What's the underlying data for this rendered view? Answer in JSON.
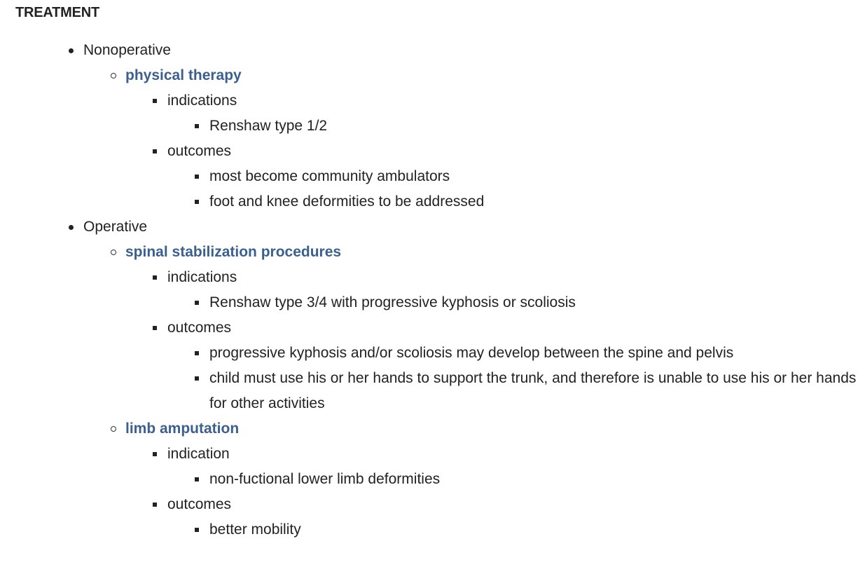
{
  "heading": "TREATMENT",
  "colors": {
    "link": "#3b5f8f",
    "text": "#222222"
  },
  "items": [
    {
      "text": "Nonoperative",
      "children": [
        {
          "text": "physical therapy",
          "link": true,
          "children": [
            {
              "text": "indications",
              "children": [
                {
                  "text": "Renshaw type 1/2"
                }
              ]
            },
            {
              "text": "outcomes",
              "children": [
                {
                  "text": "most become community ambulators"
                },
                {
                  "text": "foot and knee deformities to be addressed"
                }
              ]
            }
          ]
        }
      ]
    },
    {
      "text": "Operative",
      "children": [
        {
          "text": "spinal stabilization procedures",
          "link": true,
          "children": [
            {
              "text": "indications",
              "children": [
                {
                  "text": "Renshaw type 3/4 with progressive kyphosis or scoliosis"
                }
              ]
            },
            {
              "text": "outcomes",
              "children": [
                {
                  "text": "progressive kyphosis and/or scoliosis may develop between the spine and pelvis"
                },
                {
                  "text": "child must use his or her hands to support the trunk, and therefore is unable to use his or her hands for other activities"
                }
              ]
            }
          ]
        },
        {
          "text": "limb amputation",
          "link": true,
          "children": [
            {
              "text": "indication",
              "children": [
                {
                  "text": "non-fuctional lower limb deformities"
                }
              ]
            },
            {
              "text": "outcomes",
              "children": [
                {
                  "text": "better mobility"
                }
              ]
            }
          ]
        }
      ]
    }
  ]
}
